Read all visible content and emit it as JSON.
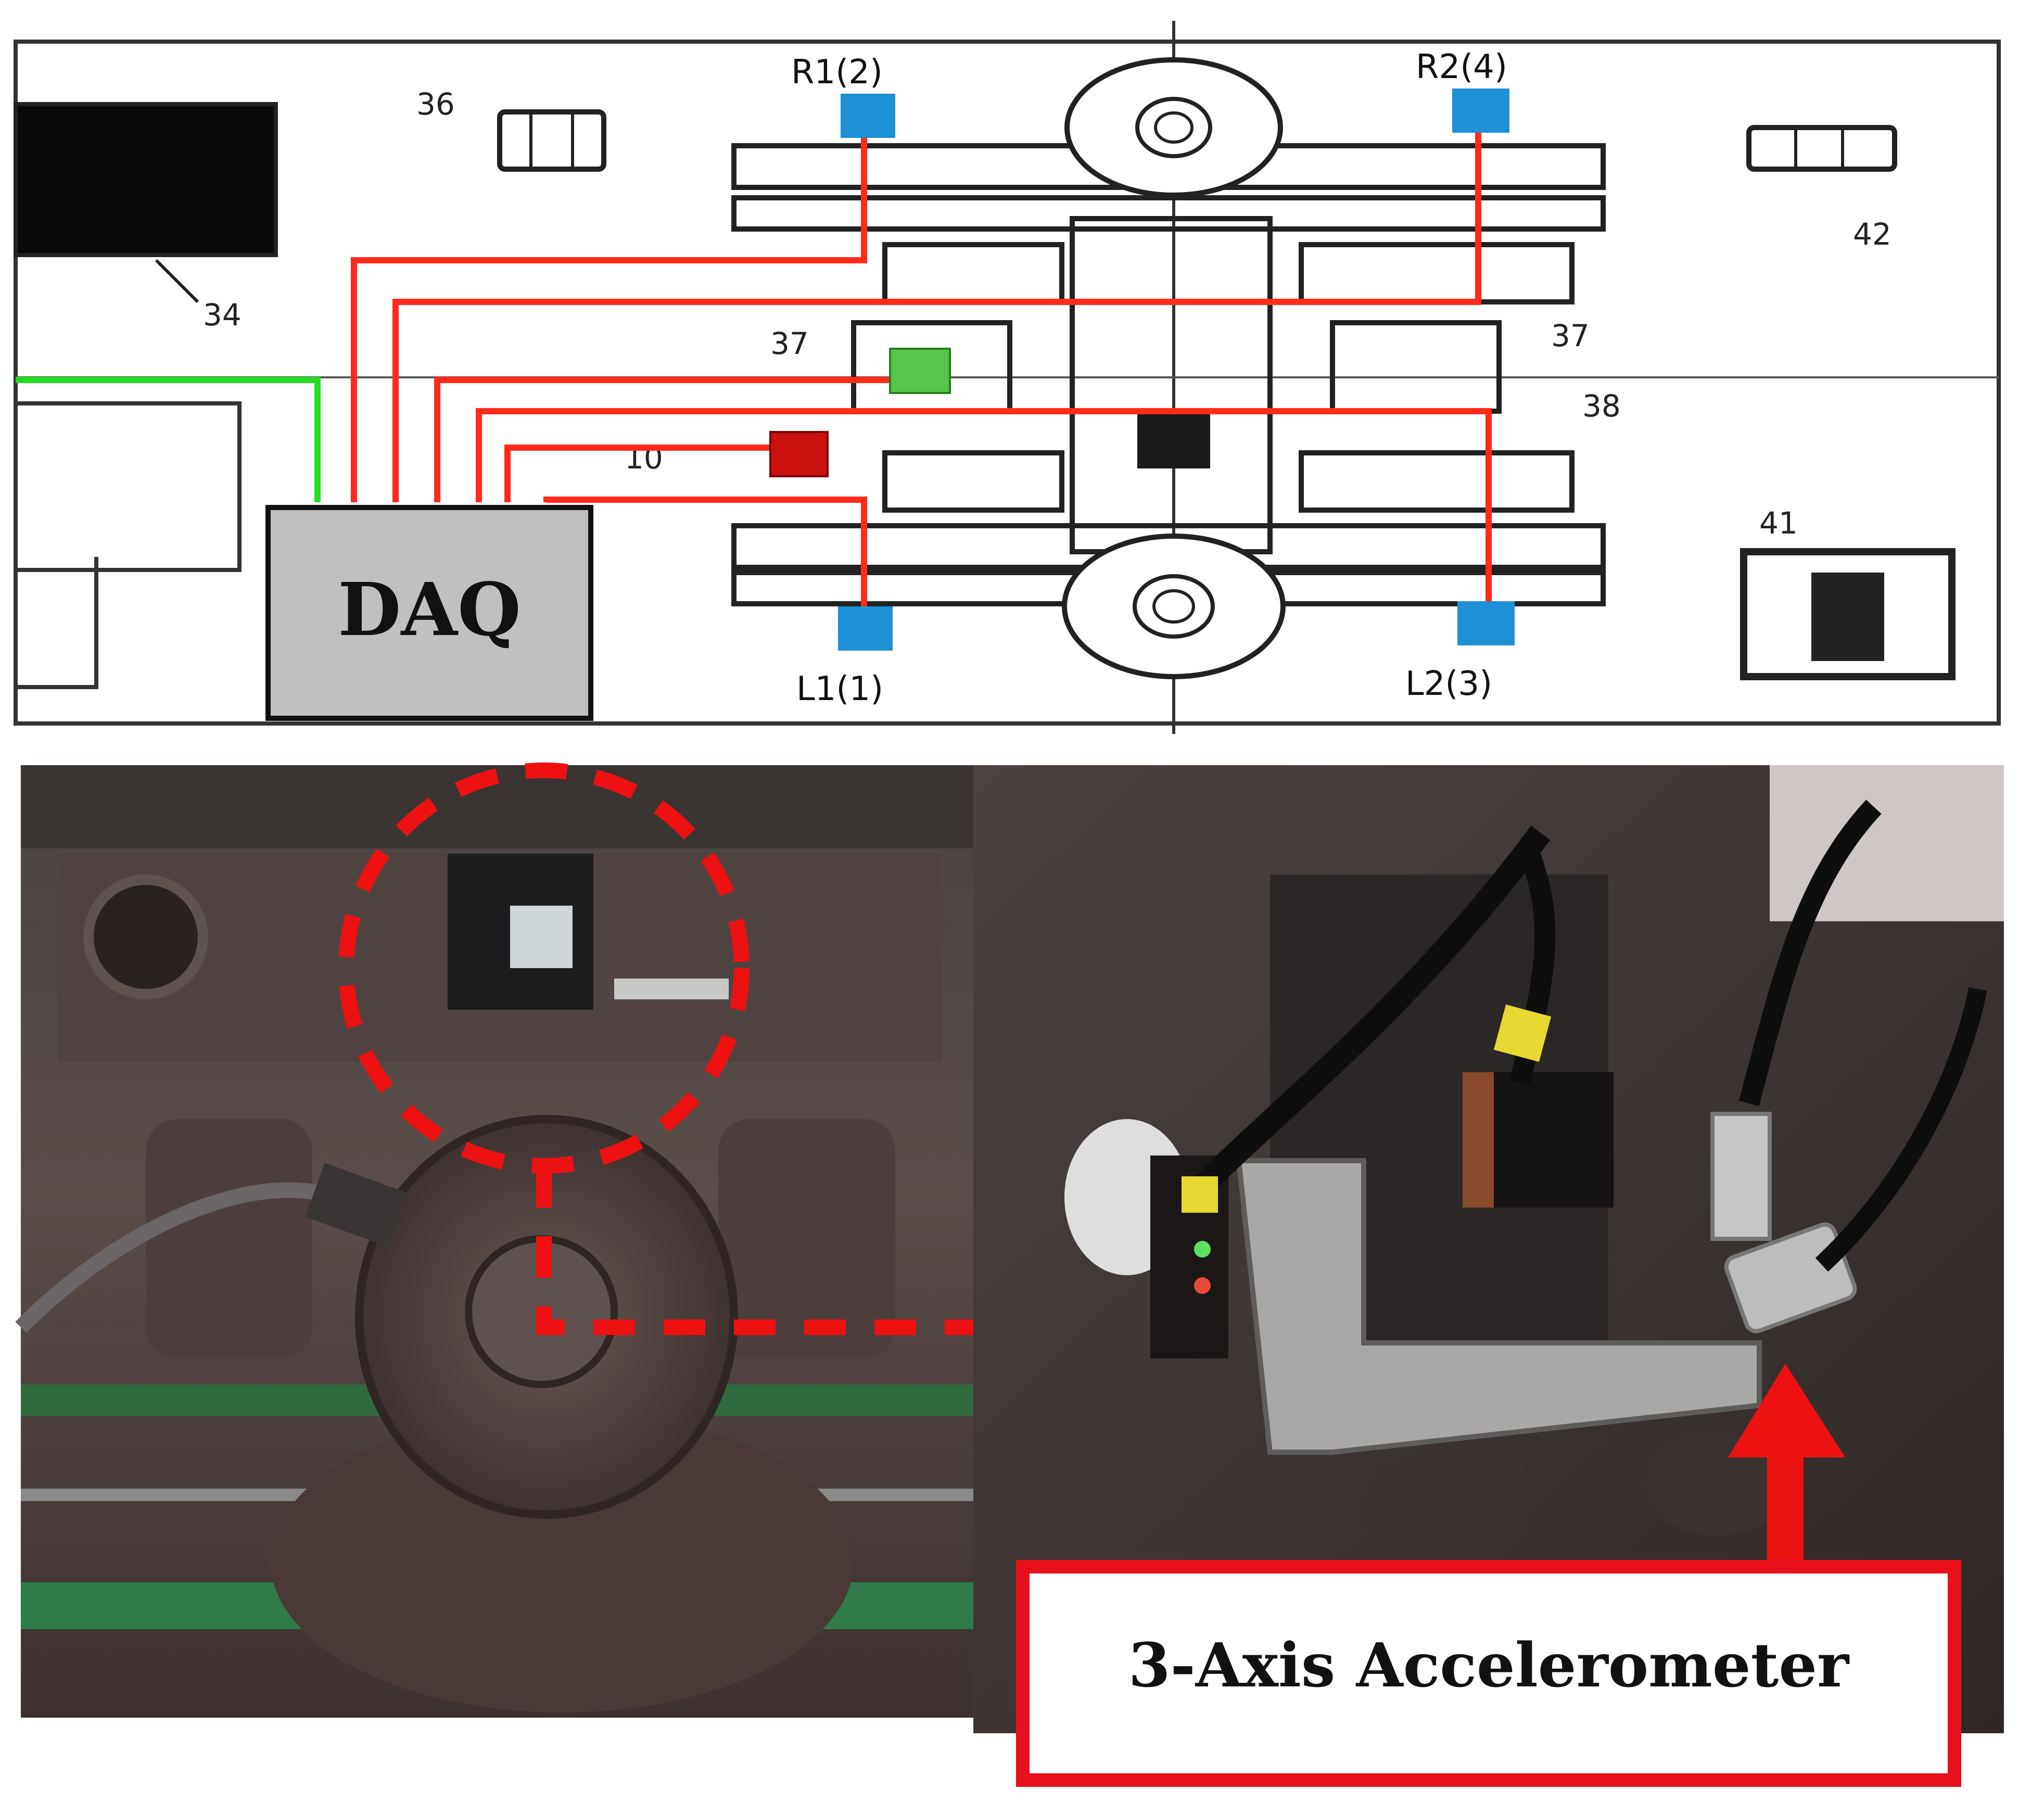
{
  "top_diagram": {
    "daq_label": "DAQ",
    "sensors": [
      {
        "id": "R1",
        "label": "R1(2)",
        "color": "#1e90d6"
      },
      {
        "id": "R2",
        "label": "R2(4)",
        "color": "#1e90d6"
      },
      {
        "id": "L1",
        "label": "L1(1)",
        "color": "#1e90d6"
      },
      {
        "id": "L2",
        "label": "L2(3)",
        "color": "#1e90d6"
      }
    ],
    "green_sensor_color": "#55c64a",
    "red_sensor_color": "#cc1111",
    "wire_color": "#ff2a1a",
    "green_wire_color": "#22dd22",
    "part_numbers": {
      "p34": "34",
      "p36": "36",
      "p37a": "37",
      "p37b": "37",
      "p38": "38",
      "p41": "41",
      "p42": "42",
      "p10": "10"
    }
  },
  "bottom_photos": {
    "callout_label": "3-Axis Accelerometer",
    "highlight_color": "#ee1111"
  }
}
